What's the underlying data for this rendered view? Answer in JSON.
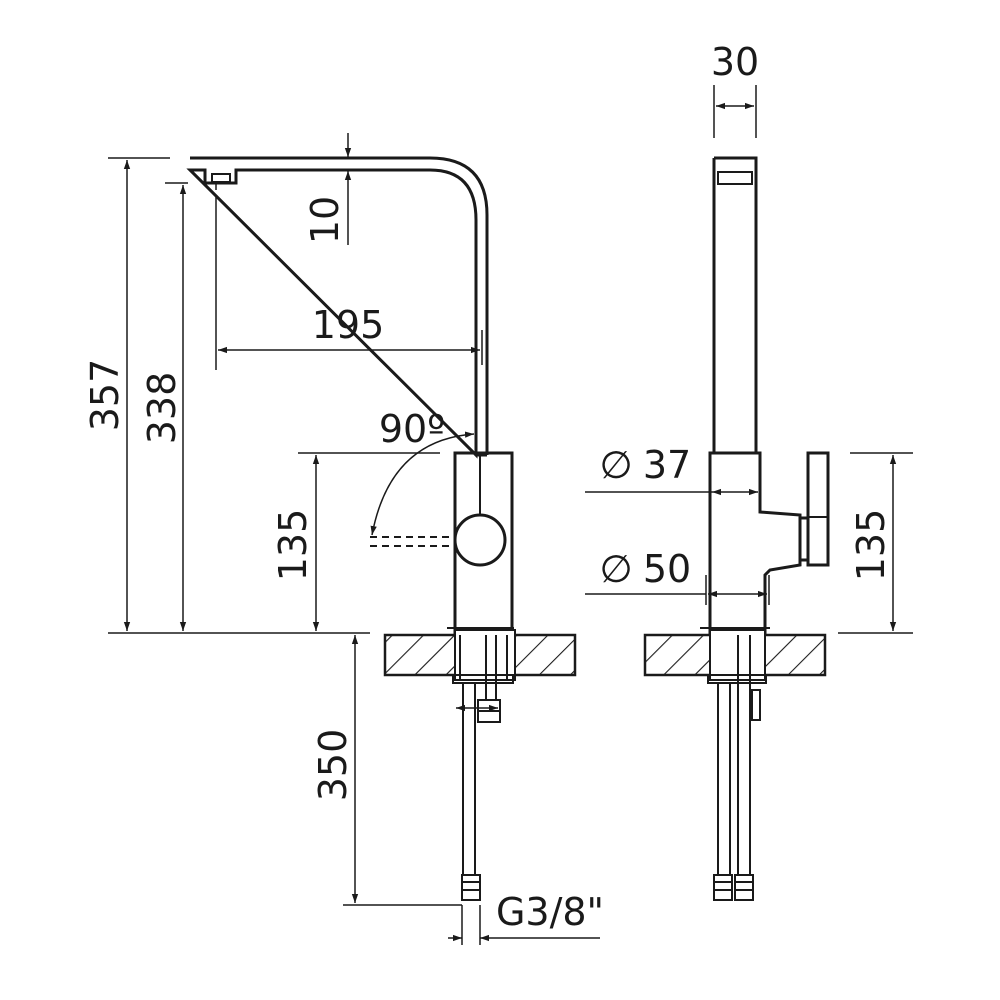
{
  "labels": {
    "dim_357": "357",
    "dim_338": "338",
    "dim_10": "10",
    "dim_195": "195",
    "angle_90": "90º",
    "dim_135_left": "135",
    "dim_350": "350",
    "thread": "G3/8\"",
    "dim_30": "30",
    "dia_37": "37",
    "dia_50": "50",
    "dim_135_right": "135"
  },
  "diameter_symbol": "∅"
}
